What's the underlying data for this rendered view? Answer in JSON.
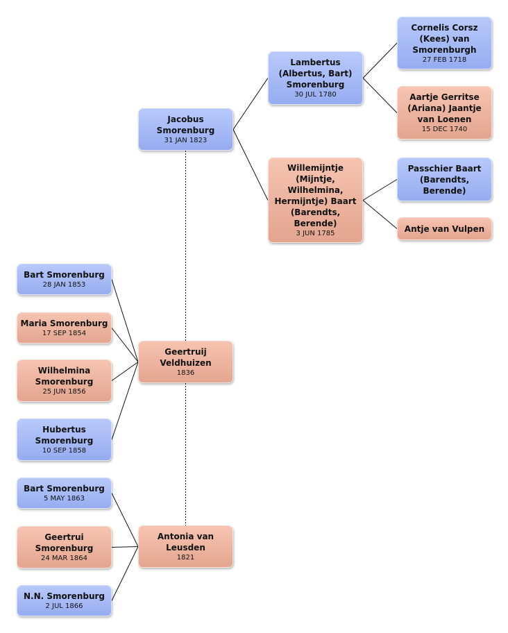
{
  "nodes": [
    {
      "id": "jacobus",
      "sex": "male",
      "name": "Jacobus\nSmorenburg",
      "date": "31 JAN 1823"
    },
    {
      "id": "lambertus",
      "sex": "male",
      "name": "Lambertus\n(Albertus, Bart)\nSmorenburg",
      "date": "30 JUL 1780"
    },
    {
      "id": "willemijntje",
      "sex": "female",
      "name": "Willemijntje\n(Mijntje,\nWilhelmina,\nHermijntje) Baart\n(Barendts,\nBerende)",
      "date": "3 JUN 1785"
    },
    {
      "id": "cornelis",
      "sex": "male",
      "name": "Cornelis Corsz\n(Kees) van\nSmorenburgh",
      "date": "27 FEB 1718"
    },
    {
      "id": "aartje",
      "sex": "female",
      "name": "Aartje Gerritse\n(Ariana) Jaantje\nvan Loenen",
      "date": "15 DEC 1740"
    },
    {
      "id": "passchier",
      "sex": "male",
      "name": "Passchier Baart\n(Barendts,\nBerende)",
      "date": ""
    },
    {
      "id": "antje",
      "sex": "female",
      "name": "Antje van Vulpen",
      "date": ""
    },
    {
      "id": "geertruij",
      "sex": "female",
      "name": "Geertruij\nVeldhuizen",
      "date": "1836"
    },
    {
      "id": "antonia",
      "sex": "female",
      "name": "Antonia van\nLeusden",
      "date": "1821"
    },
    {
      "id": "bart1",
      "sex": "male",
      "name": "Bart Smorenburg",
      "date": "28 JAN 1853"
    },
    {
      "id": "maria",
      "sex": "female",
      "name": "Maria Smorenburg",
      "date": "17 SEP 1854"
    },
    {
      "id": "wilhelmina",
      "sex": "female",
      "name": "Wilhelmina\nSmorenburg",
      "date": "25 JUN 1856"
    },
    {
      "id": "hubertus",
      "sex": "male",
      "name": "Hubertus\nSmorenburg",
      "date": "10 SEP 1858"
    },
    {
      "id": "bart2",
      "sex": "male",
      "name": "Bart Smorenburg",
      "date": "5 MAY 1863"
    },
    {
      "id": "geertrui",
      "sex": "female",
      "name": "Geertrui\nSmorenburg",
      "date": "24 MAR 1864"
    },
    {
      "id": "nn",
      "sex": "male",
      "name": "N.N. Smorenburg",
      "date": "2 JUL 1866"
    }
  ],
  "edges": [
    {
      "from": "jacobus",
      "to": "lambertus",
      "style": "solid"
    },
    {
      "from": "jacobus",
      "to": "willemijntje",
      "style": "solid"
    },
    {
      "from": "lambertus",
      "to": "cornelis",
      "style": "solid"
    },
    {
      "from": "lambertus",
      "to": "aartje",
      "style": "solid"
    },
    {
      "from": "willemijntje",
      "to": "passchier",
      "style": "solid"
    },
    {
      "from": "willemijntje",
      "to": "antje",
      "style": "solid"
    },
    {
      "from": "geertruij",
      "to": "bart1",
      "style": "solid"
    },
    {
      "from": "geertruij",
      "to": "maria",
      "style": "solid"
    },
    {
      "from": "geertruij",
      "to": "wilhelmina",
      "style": "solid"
    },
    {
      "from": "geertruij",
      "to": "hubertus",
      "style": "solid"
    },
    {
      "from": "antonia",
      "to": "bart2",
      "style": "solid"
    },
    {
      "from": "antonia",
      "to": "geertrui",
      "style": "solid"
    },
    {
      "from": "antonia",
      "to": "nn",
      "style": "solid"
    },
    {
      "from": "jacobus",
      "to": "geertruij",
      "style": "dotted"
    },
    {
      "from": "geertruij",
      "to": "antonia",
      "style": "dotted"
    }
  ],
  "colors": {
    "male_fill": "#a4b9f5",
    "female_fill": "#eeb29d",
    "line": "#111111"
  }
}
